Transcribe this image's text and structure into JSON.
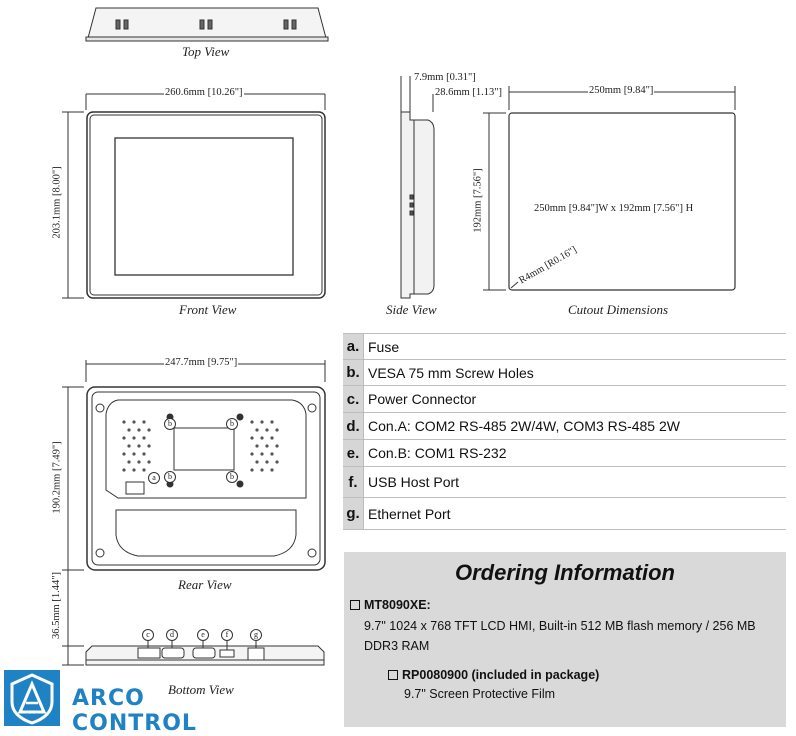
{
  "views": {
    "top": "Top View",
    "front": "Front View",
    "side": "Side View",
    "cutout": "Cutout Dimensions",
    "rear": "Rear View",
    "bottom": "Bottom View"
  },
  "dimensions": {
    "front_width": "260.6mm [10.26\"]",
    "front_height": "203.1mm [8.00\"]",
    "side_depth_small": "7.9mm [0.31\"]",
    "side_depth_total": "28.6mm [1.13\"]",
    "cutout_width": "250mm [9.84\"]",
    "cutout_height": "192mm [7.56\"]",
    "cutout_label": "250mm [9.84\"]W x 192mm [7.56\"] H",
    "cutout_radius": "R4mm [R0.16\"]",
    "rear_width": "247.7mm [9.75\"]",
    "rear_height": "190.2mm [7.49\"]",
    "bottom_height": "36.5mm [1.44\"]"
  },
  "port_callouts": {
    "rear": [
      "a",
      "b",
      "b",
      "b",
      "b"
    ],
    "bottom": [
      "c",
      "d",
      "e",
      "f",
      "g"
    ]
  },
  "legend": [
    {
      "key": "a.",
      "label": "Fuse"
    },
    {
      "key": "b.",
      "label": "VESA 75 mm Screw Holes"
    },
    {
      "key": "c.",
      "label": "Power Connector"
    },
    {
      "key": "d.",
      "label": "Con.A: COM2 RS-485 2W/4W, COM3 RS-485 2W"
    },
    {
      "key": "e.",
      "label": "Con.B: COM1 RS-232"
    },
    {
      "key": "f.",
      "label": "USB Host Port"
    },
    {
      "key": "g.",
      "label": "Ethernet Port"
    }
  ],
  "ordering": {
    "title": "Ordering Information",
    "model": "MT8090XE:",
    "description": "9.7\" 1024 x 768 TFT LCD HMI, Built-in 512 MB flash memory / 256 MB DDR3 RAM",
    "accessory": "RP0080900 (included in package)",
    "accessory_description": "9.7\" Screen Protective Film"
  },
  "brand": {
    "name": "ARCO CONTROL",
    "color": "#1f82c4"
  }
}
